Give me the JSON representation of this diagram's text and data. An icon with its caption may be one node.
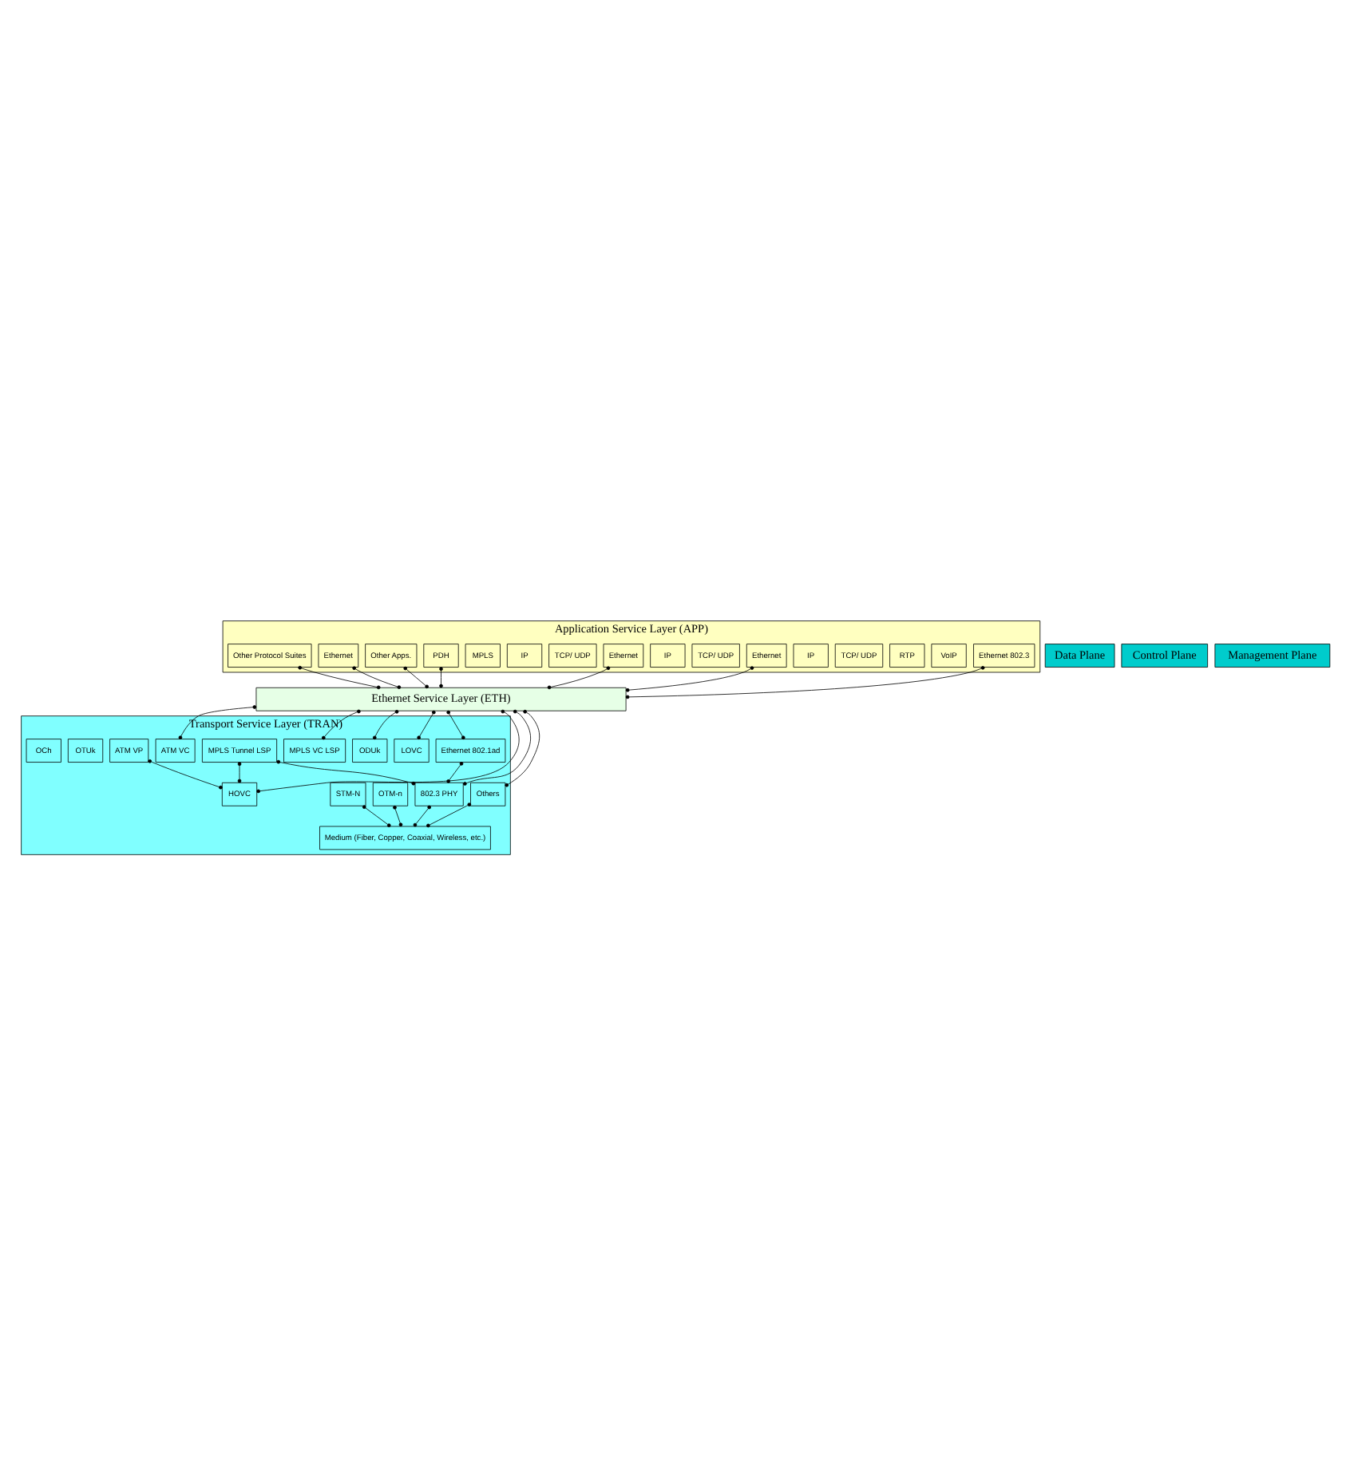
{
  "diagram": {
    "nodes": [
      {
        "text": [
          "Application Service Layer (APP)"
        ]
      },
      {
        "text": [
          "Ethernet 802.3"
        ],
        "in": 0
      },
      {
        "text": [
          "VoIP"
        ],
        "in": 0
      },
      {
        "text": [
          "RTP"
        ],
        "in": 0
      },
      {
        "text": [
          "TCP/ UDP"
        ],
        "in": 0
      },
      {
        "text": [
          "IP"
        ],
        "in": 0
      },
      {
        "text": [
          "Ethernet"
        ],
        "in": 0
      },
      {
        "text": [
          "TCP/ UDP"
        ],
        "in": 0
      },
      {
        "text": [
          "IP"
        ],
        "in": 0
      },
      {
        "text": [
          "Ethernet"
        ],
        "in": 0
      },
      {
        "text": [
          "TCP/ UDP"
        ],
        "in": 0
      },
      {
        "text": [
          "IP"
        ],
        "in": 0
      },
      {
        "text": [
          "MPLS"
        ],
        "in": 0
      },
      {
        "text": [
          "Ethernet"
        ],
        "in": 0
      },
      {
        "text": [
          "Other Protocol Suites"
        ],
        "in": 0
      },
      {
        "text": [
          "PDH"
        ],
        "in": 0
      },
      {
        "text": [
          "Other Apps."
        ],
        "in": 0
      },
      {
        "text": [
          "Ethernet Service Layer (ETH)"
        ]
      },
      {
        "text": [
          "Transport Service Layer (TRAN)"
        ]
      },
      {
        "text": [
          "Ethernet 802.1ad"
        ],
        "in": 18
      },
      {
        "text": [
          "MPLS VC LSP"
        ],
        "in": 18
      },
      {
        "text": [
          "MPLS Tunnel LSP"
        ],
        "in": 18
      },
      {
        "text": [
          "ATM VC"
        ],
        "in": 18
      },
      {
        "text": [
          "ATM VP"
        ],
        "in": 18
      },
      {
        "text": [
          "LOVC"
        ],
        "in": 18
      },
      {
        "text": [
          "ODUk"
        ],
        "in": 18
      },
      {
        "text": [
          "OTUk"
        ],
        "in": 18
      },
      {
        "text": [
          "OCh"
        ],
        "in": 18
      },
      {
        "text": [
          "OTM-n"
        ],
        "in": 18
      },
      {
        "text": [
          "802.3 PHY"
        ],
        "in": 18
      },
      {
        "text": [
          "HOVC"
        ],
        "in": 18
      },
      {
        "text": [
          "STM-N"
        ],
        "in": 18
      },
      {
        "text": [
          "Others"
        ],
        "in": 18
      },
      {
        "text": [
          "Medium (Fiber, Copper, Coaxial, Wireless, etc.)"
        ],
        "in": 18
      },
      {
        "text": [
          "Data Plane"
        ]
      },
      {
        "text": [
          "Control Plane"
        ]
      },
      {
        "text": [
          "Management Plane"
        ]
      }
    ],
    "edges": [
      {
        "from": 1,
        "to": 17,
        "arrow": "other"
      },
      {
        "from": 6,
        "to": 17,
        "arrow": "other"
      },
      {
        "from": 9,
        "to": 17,
        "arrow": "other"
      },
      {
        "from": 13,
        "to": 17,
        "arrow": "other"
      },
      {
        "from": 14,
        "to": 17,
        "arrow": "other"
      },
      {
        "from": 15,
        "to": 17,
        "arrow": "other"
      },
      {
        "from": 16,
        "to": 17,
        "arrow": "other"
      },
      {
        "from": 17,
        "to": 29,
        "arrow": "other"
      },
      {
        "from": 17,
        "to": 19,
        "arrow": "other"
      },
      {
        "from": 19,
        "to": 29,
        "arrow": "other"
      },
      {
        "from": 17,
        "to": 20,
        "arrow": "other"
      },
      {
        "from": 21,
        "to": 29,
        "arrow": "other"
      },
      {
        "from": 21,
        "to": 30,
        "arrow": "other"
      },
      {
        "from": 17,
        "to": 22,
        "arrow": "other"
      },
      {
        "from": 23,
        "to": 30,
        "arrow": "other"
      },
      {
        "from": 17,
        "to": 30,
        "arrow": "other"
      },
      {
        "from": 17,
        "to": 24,
        "arrow": "other"
      },
      {
        "from": 17,
        "to": 25,
        "arrow": "other"
      },
      {
        "from": 17,
        "to": 32,
        "arrow": "other"
      },
      {
        "from": 29,
        "to": 33,
        "arrow": "other"
      },
      {
        "from": 31,
        "to": 33,
        "arrow": "other"
      },
      {
        "from": 28,
        "to": 33,
        "arrow": "other"
      },
      {
        "from": 32,
        "to": 33,
        "arrow": "other"
      }
    ]
  }
}
